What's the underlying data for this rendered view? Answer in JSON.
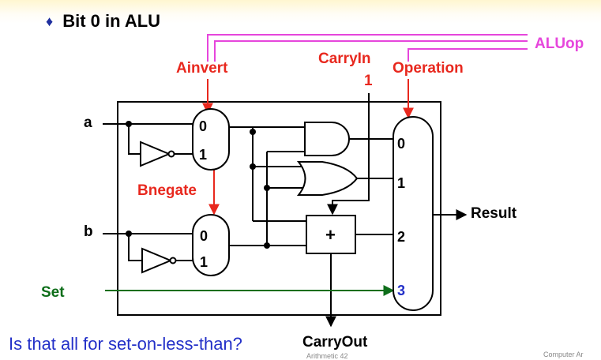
{
  "heading": {
    "bullet": "♦",
    "title": "Bit 0 in ALU"
  },
  "signals": {
    "aluop": "ALUop",
    "ainvert": "Ainvert",
    "carryin": "CarryIn",
    "carryin_value": "1",
    "operation": "Operation",
    "bnegate": "Bnegate",
    "a": "a",
    "b": "b",
    "set": "Set",
    "result": "Result",
    "carryout": "CarryOut"
  },
  "mux_inputs": {
    "a_mux_0": "0",
    "a_mux_1": "1",
    "b_mux_0": "0",
    "b_mux_1": "1",
    "out_mux_0": "0",
    "out_mux_1": "1",
    "out_mux_2": "2",
    "out_mux_3": "3"
  },
  "adder_symbol": "+",
  "question": "Is that all for set-on-less-than?",
  "footer": {
    "left": "Arithmetic 42",
    "right": "Computer Ar"
  },
  "colors": {
    "control_red": "#e8281e",
    "aluop_pink": "#e646dc",
    "set_green": "#0e6e1a",
    "question_blue": "#2330c8"
  }
}
